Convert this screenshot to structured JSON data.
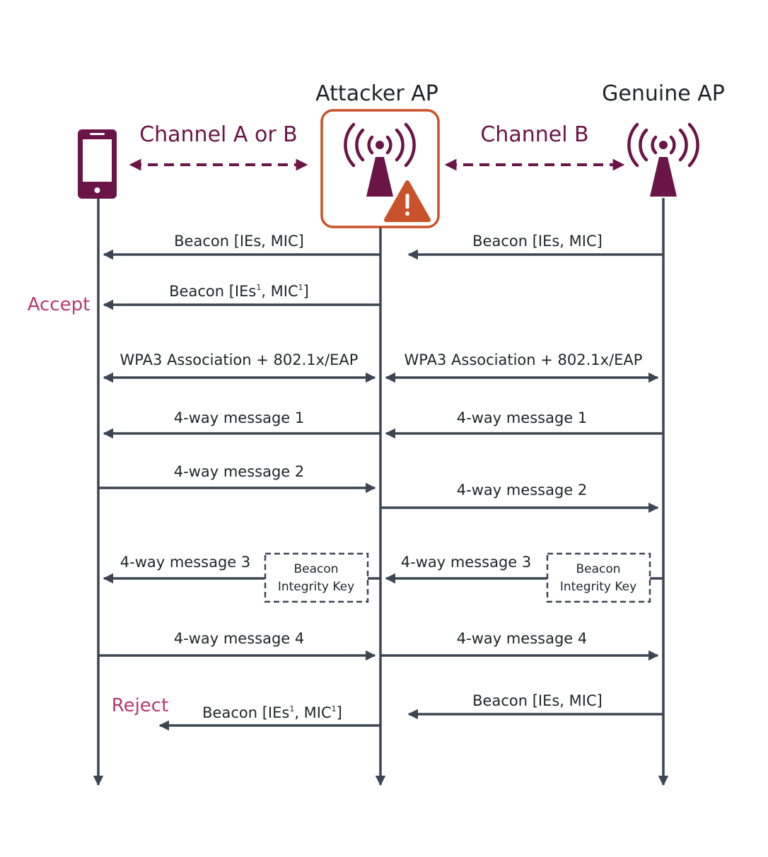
{
  "colors": {
    "line": "#3c4652",
    "accent": "#6b1447",
    "warning": "#c8532a",
    "verdict": "#b83a6e",
    "box_dash": "#3c4652"
  },
  "participants": {
    "client": {
      "icon": "smartphone-icon"
    },
    "attacker": {
      "title": "Attacker AP",
      "icon": "access-point-icon",
      "badge_icon": "warning-icon"
    },
    "genuine": {
      "title": "Genuine AP",
      "icon": "access-point-icon"
    }
  },
  "channels": {
    "left": "Channel A or B",
    "right": "Channel B"
  },
  "messages": {
    "beacon_left_1": "Beacon [IEs, MIC]",
    "beacon_right_1": "Beacon [IEs, MIC]",
    "beacon_forged_1": {
      "pre": "Beacon [IEs",
      "sup1": "1",
      "mid": ", MIC",
      "sup2": "1",
      "post": "]"
    },
    "assoc_left": "WPA3 Association + 802.1x/EAP",
    "assoc_right": "WPA3 Association + 802.1x/EAP",
    "m1_left": "4-way message 1",
    "m1_right": "4-way message 1",
    "m2_left": "4-way message 2",
    "m2_right": "4-way message 2",
    "m3_left": "4-way message 3",
    "m3_right": "4-way message 3",
    "bik_left_line1": "Beacon",
    "bik_left_line2": "Integrity Key",
    "bik_right_line1": "Beacon",
    "bik_right_line2": "Integrity Key",
    "m4_left": "4-way message 4",
    "m4_right": "4-way message 4",
    "beacon_right_2": "Beacon [IEs, MIC]",
    "beacon_forged_2": {
      "pre": "Beacon [IEs",
      "sup1": "1",
      "mid": ", MIC",
      "sup2": "1",
      "post": "]"
    }
  },
  "verdicts": {
    "accept": "Accept",
    "reject": "Reject"
  }
}
